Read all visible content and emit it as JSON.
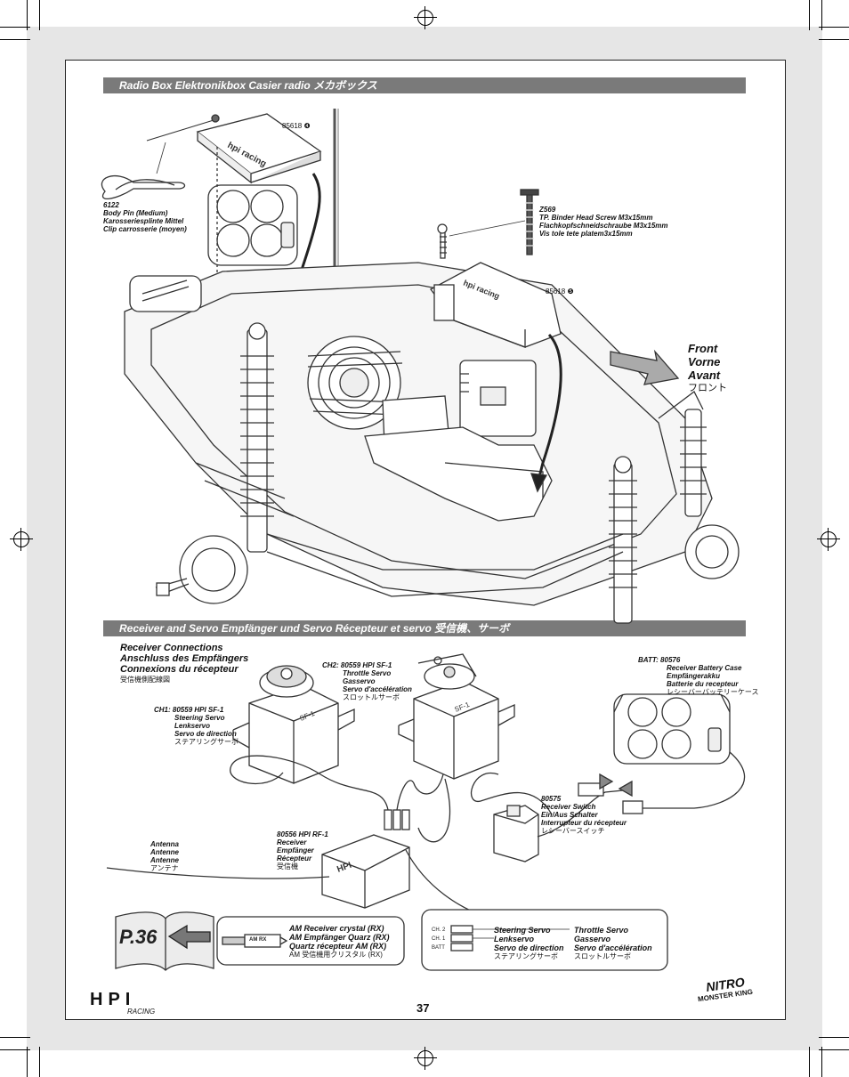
{
  "sections": {
    "radio_box": {
      "title": "Radio Box    Elektronikbox    Casier radio    メカボックス"
    },
    "receiver_servo": {
      "title": "Receiver and Servo    Empfänger und Servo    Récepteur et servo    受信機、サーボ"
    }
  },
  "parts": {
    "p85618a": "85618 ❹",
    "p85618b": "85618 ❺",
    "body_pin": {
      "number": "6122",
      "en": "Body Pin (Medium)",
      "de": "Karosseriesplinte Mittel",
      "fr": "Clip carrosserie (moyen)"
    },
    "screw": {
      "number": "Z569",
      "en": "TP. Binder Head Screw M3x15mm",
      "de": "Flachkopfschneidschraube M3x15mm",
      "fr": "Vis tole tete platem3x15mm"
    }
  },
  "front": {
    "en": "Front",
    "de": "Vorne",
    "fr": "Avant",
    "jp": "フロント"
  },
  "connections": {
    "en": "Receiver Connections",
    "de": "Anschluss des Empfängers",
    "fr": "Connexions du récepteur",
    "jp": "受信機側配線図"
  },
  "ch1": {
    "tag": "CH1:",
    "part": "80559 HPI SF-1",
    "en": "Steering Servo",
    "de": "Lenkservo",
    "fr": "Servo de direction",
    "jp": "ステアリングサーボ"
  },
  "ch2": {
    "tag": "CH2:",
    "part": "80559 HPI SF-1",
    "en": "Throttle Servo",
    "de": "Gasservo",
    "fr": "Servo d'accélération",
    "jp": "スロットルサーボ"
  },
  "batt": {
    "tag": "BATT:",
    "part": "80576",
    "en": "Receiver Battery Case",
    "de": "Empfängerakku",
    "fr": "Batterie du recepteur",
    "jp": "レシーバーバッテリーケース"
  },
  "switch": {
    "part": "80575",
    "en": "Receiver Switch",
    "de": "Ein/Aus Schalter",
    "fr": "Interrupteur du récepteur",
    "jp": "レシーバースイッチ"
  },
  "receiver": {
    "part": "80556 HPI RF-1",
    "en": "Receiver",
    "de": "Empfänger",
    "fr": "Récepteur",
    "jp": "受信機",
    "marking": "HPI"
  },
  "antenna": {
    "en": "Antenna",
    "de": "Antenne",
    "fr": "Antenne",
    "jp": "アンテナ"
  },
  "ref_page": "P.36",
  "crystal": {
    "label": "AM RX",
    "en": "AM Receiver crystal (RX)",
    "de": "AM Empfänger Quarz (RX)",
    "fr": "Quartz récepteur AM (RX)",
    "jp": "AM 受信機用クリスタル (RX)"
  },
  "channels": {
    "ch2": "CH. 2",
    "ch1": "CH. 1",
    "batt": "BATT"
  },
  "legend": {
    "steering": {
      "en": "Steering Servo",
      "de": "Lenkservo",
      "fr": "Servo de direction",
      "jp": "ステアリングサーボ"
    },
    "throttle": {
      "en": "Throttle Servo",
      "de": "Gasservo",
      "fr": "Servo d'accélération",
      "jp": "スロットルサーボ"
    }
  },
  "page_number": "37",
  "brand": {
    "hpi": "HPI",
    "hpi_sub": "RACING",
    "nmk_top": "NITRO",
    "nmk_bottom": "MONSTER KING"
  },
  "colors": {
    "section_bar": "#7a7a7a",
    "sheet_bg": "#e6e6e6"
  }
}
